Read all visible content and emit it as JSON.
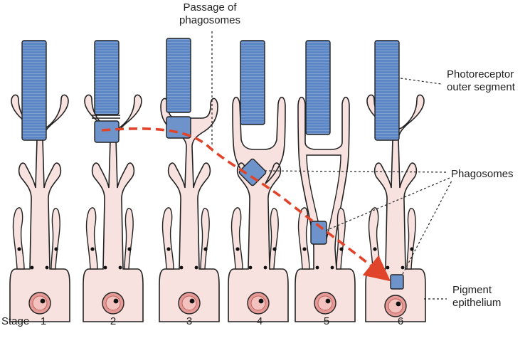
{
  "labels": {
    "passage": [
      "Passage of",
      "phagosomes"
    ],
    "outer_segment": [
      "Photoreceptor",
      "outer segment"
    ],
    "phagosomes": "Phagosomes",
    "pigment": [
      "Pigment",
      "epithelium"
    ],
    "stage_word": "Stage"
  },
  "stages": [
    "1",
    "2",
    "3",
    "4",
    "5",
    "6"
  ],
  "colors": {
    "cell_fill": "#f7e2df",
    "outer_segment_fill": "#5d87c4",
    "phagosome_fill": "#6d93ca",
    "nucleus_fill": "#e49a96",
    "arrow": "#e0452c",
    "outline": "#222222"
  }
}
